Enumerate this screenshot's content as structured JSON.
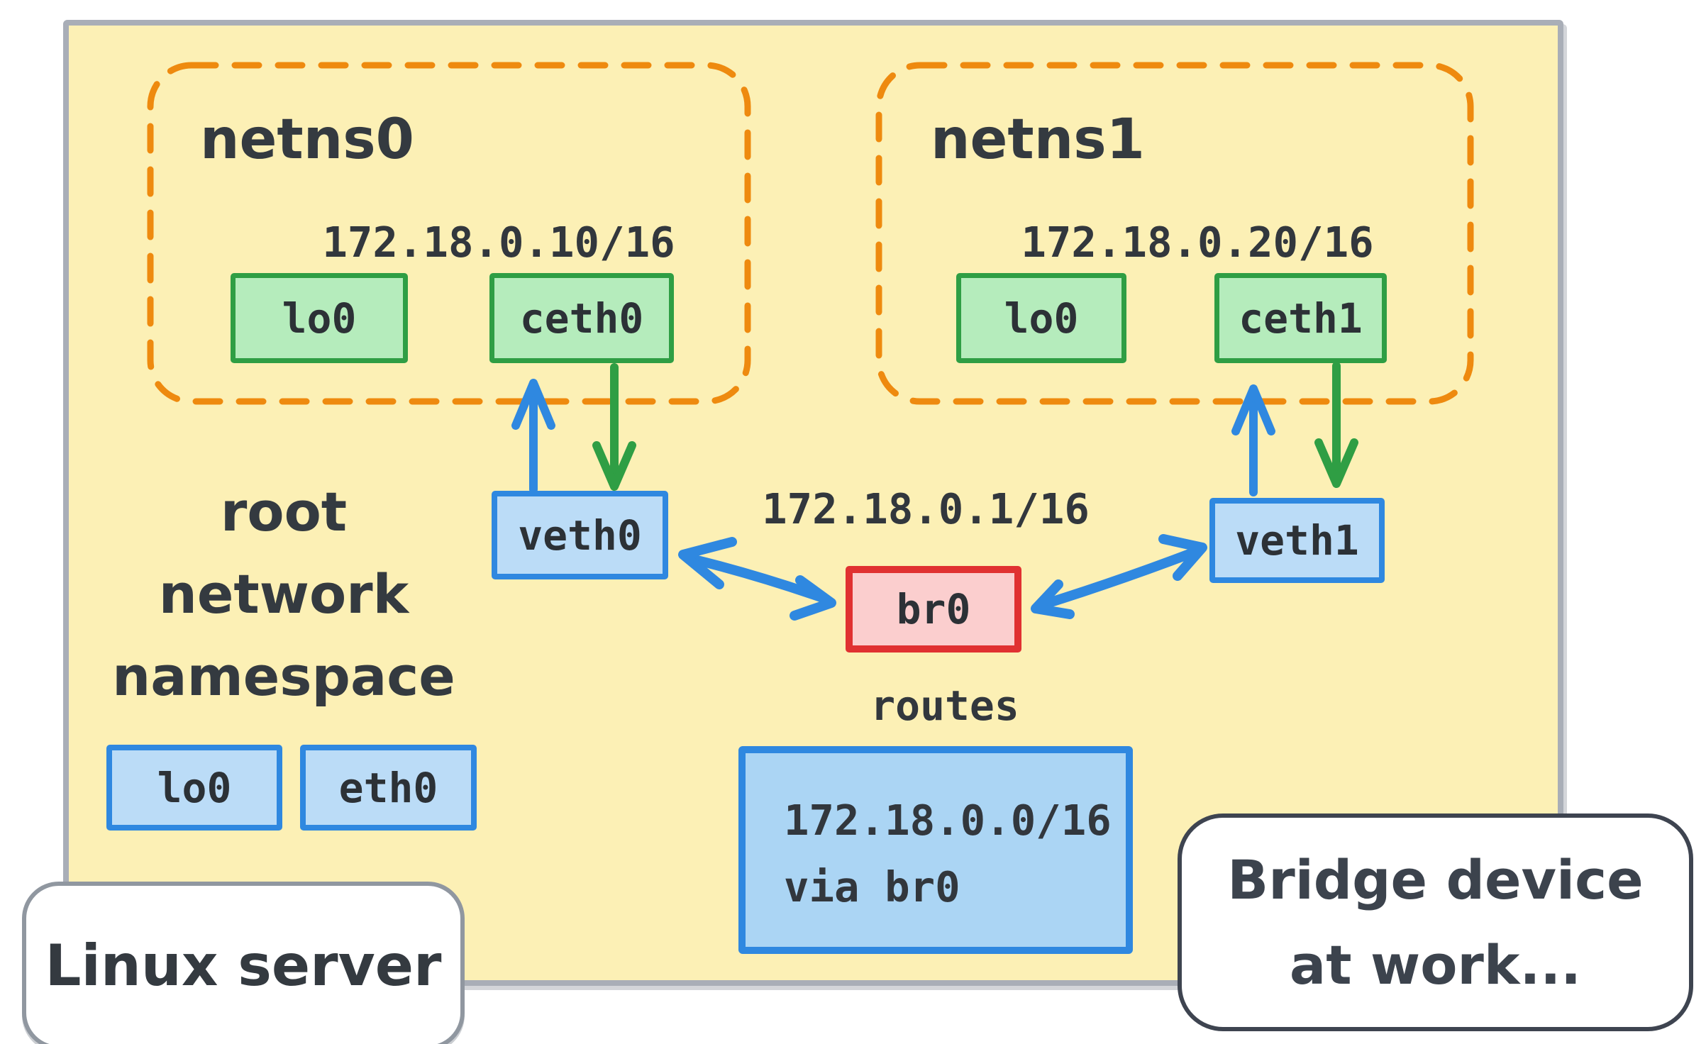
{
  "colors": {
    "canvas_bg": "#FFFFFF",
    "server_fill": "#FCF0B5",
    "server_border": "#A9AEB7",
    "namespace_dash_orange": "#EE8A0F",
    "green_fill": "#B5ECBC",
    "green_border": "#2F9E44",
    "blue_fill": "#BBDCF7",
    "blue_border": "#2F88E0",
    "red_fill": "#FBCECE",
    "red_border": "#E03131",
    "arrow_blue": "#2F88E0",
    "arrow_green": "#2F9E44",
    "text": "#343A40"
  },
  "linux_server": {
    "label": "Linux server",
    "root_namespace_label": [
      "root",
      "network",
      "namespace"
    ],
    "interfaces": [
      "lo0",
      "eth0"
    ]
  },
  "namespaces": [
    {
      "name": "netns0",
      "ip": "172.18.0.10/16",
      "interfaces": [
        "lo0",
        "ceth0"
      ],
      "veth": "veth0"
    },
    {
      "name": "netns1",
      "ip": "172.18.0.20/16",
      "interfaces": [
        "lo0",
        "ceth1"
      ],
      "veth": "veth1"
    }
  ],
  "bridge": {
    "name": "br0",
    "ip": "172.18.0.1/16"
  },
  "routes": {
    "label": "routes",
    "entries": [
      "172.18.0.0/16",
      "via br0"
    ]
  },
  "callout": {
    "lines": [
      "Bridge device",
      "at work..."
    ]
  }
}
